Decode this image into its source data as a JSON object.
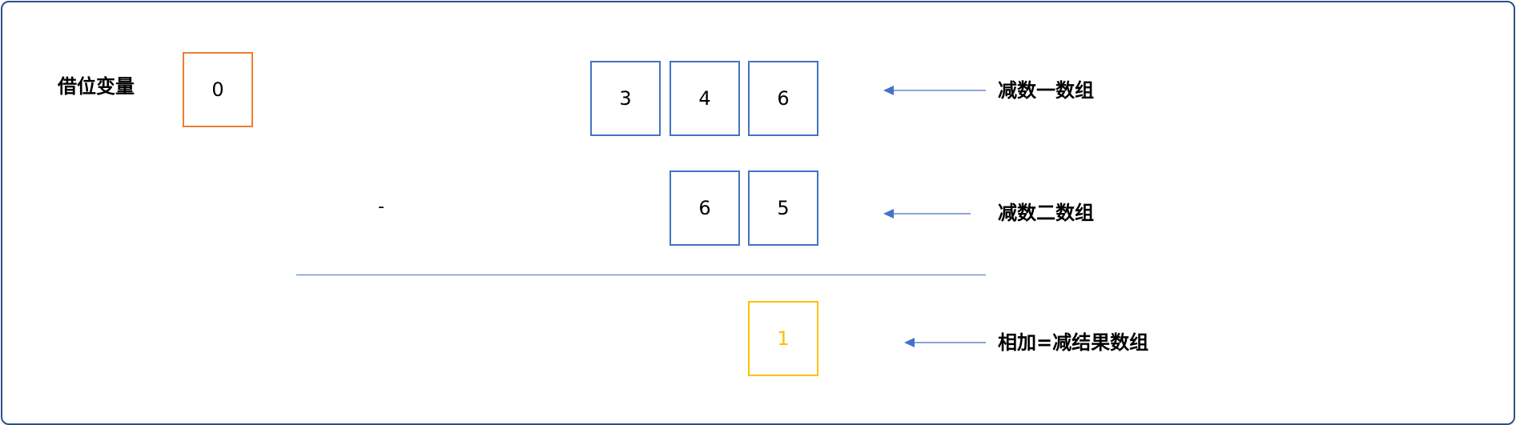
{
  "borrow": {
    "label": "借位变量",
    "value": "0"
  },
  "minuend": {
    "label": "减数一数组",
    "digits": [
      "3",
      "4",
      "6"
    ]
  },
  "subtrahend": {
    "operator": "-",
    "label": "减数二数组",
    "digits": [
      "6",
      "5"
    ]
  },
  "result": {
    "label": "相加=减结果数组",
    "digits": [
      "1"
    ]
  },
  "colors": {
    "frame": "#2f4f86",
    "array_border": "#4472c4",
    "borrow_border": "#ed7d31",
    "result": "#ffc000",
    "arrow": "#4472c4"
  }
}
